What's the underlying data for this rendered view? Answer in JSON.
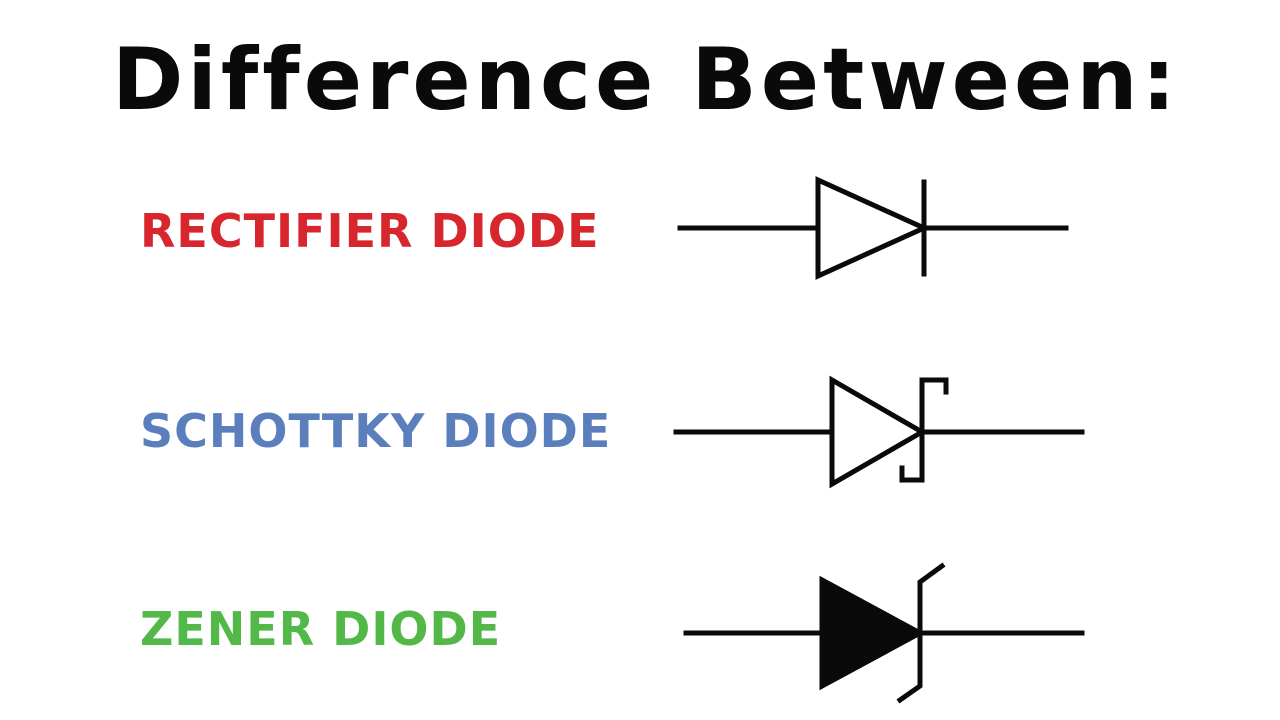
{
  "title": "Difference Between:",
  "diodes": [
    {
      "label": "RECTIFIER DIODE",
      "color": "#d8262e",
      "symbol": "rectifier-diode-symbol"
    },
    {
      "label": "SCHOTTKY DIODE",
      "color": "#5b7fbc",
      "symbol": "schottky-diode-symbol"
    },
    {
      "label": "ZENER DIODE",
      "color": "#52b848",
      "symbol": "zener-diode-symbol"
    }
  ],
  "colors": {
    "background": "#ffffff",
    "ink": "#0a0a0a"
  }
}
